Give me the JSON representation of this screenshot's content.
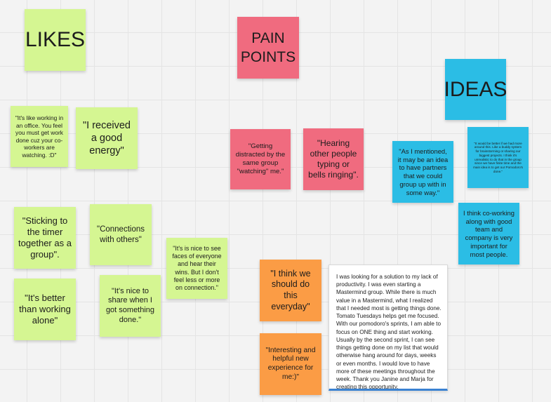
{
  "board": {
    "headers": {
      "likes": "LIKES",
      "pain_points": "PAIN POINTS",
      "ideas": "IDEAS"
    },
    "likes_notes": [
      "\"It's like working in an office. You feel you must get work done cuz your co-workers are watching. :D\"",
      "\"I received a good energy\"",
      "\"Sticking to the timer together as a group\".",
      "\"Connections with others\"",
      "\"It's is nice to see faces of everyone and hear their wins. But I don't feel less or more on connection.\"",
      "\"It's better than working alone\"",
      "\"It's nice to share when I got something done.\""
    ],
    "pain_notes": [
      "\"Getting distracted by the same group \"watching\" me.\"",
      "\"Hearing other people typing or bells ringing\"."
    ],
    "ideas_notes": [
      "\"As I mentioned, it may be an idea to have partners that we could group up with in some way.\"",
      "\"It would be better if we had more around this. Like a buddy system for brainstorming or sharing our biggest projects. I think it's unrealistic to do that in the group since we have finite time and the main idea is to get our Pomodoro's done.\"",
      "I think co-working along with good team and company is very important for most people."
    ],
    "orange_notes": [
      "\"I think we should do this everyday\"",
      "\"Interesting and helpful new experience for me:)\""
    ],
    "text_card": "I was looking for a solution to my lack of productivity. I was even starting a Mastermind group.  While there is much value in a Mastermind, what I realized that I needed most is getting things done. Tomato Tuesdays helps get me focused. With our pomodoro's sprints,  I am able to focus on ONE thing and start working. Usually by the second sprint, I can see things getting done on my list that would otherwise hang around for days, weeks or even months.  I would love to have more of these meetings throughout the week. Thank you Janine and Marja for creating this opportunity."
  },
  "colors": {
    "green": "#d5f692",
    "pink": "#f06b7f",
    "blue": "#2bbde5",
    "orange": "#fb9c45",
    "card_accent": "#3a82d2"
  }
}
